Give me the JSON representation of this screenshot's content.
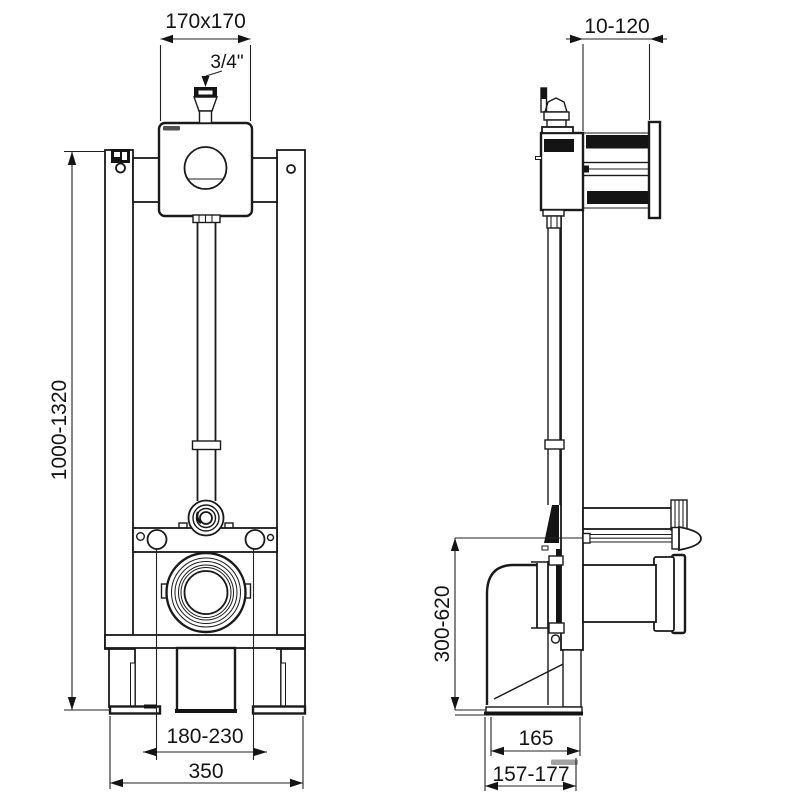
{
  "drawing": {
    "title_note": "",
    "background": "#ffffff",
    "line_color": "#1a1a1a",
    "dimensions": {
      "cistern": "170x170",
      "inlet": "3/4\"",
      "wall_offset": "10-120",
      "height": "1000-1320",
      "outlet_height": "300-620",
      "pan_fixing": "180-230",
      "width": "350",
      "base": "165",
      "depth": "157-177"
    }
  }
}
